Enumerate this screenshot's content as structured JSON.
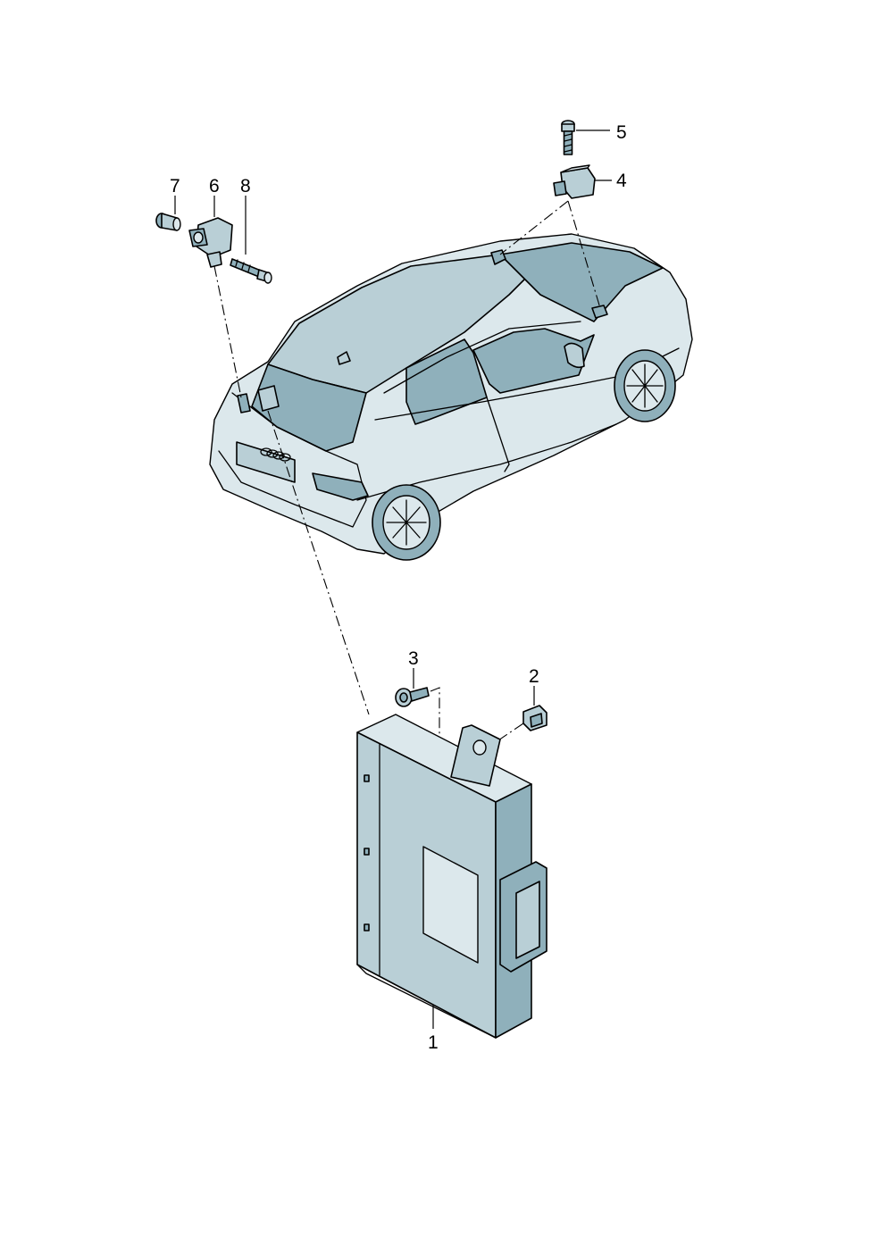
{
  "callouts": {
    "c1": "1",
    "c2": "2",
    "c3": "3",
    "c4": "4",
    "c5": "5",
    "c6": "6",
    "c7": "7",
    "c8": "8"
  },
  "colors": {
    "part_fill": "#b9cfd6",
    "part_dark": "#8fb0bb",
    "part_light": "#dce8ec",
    "line": "#000000",
    "background": "#ffffff"
  }
}
